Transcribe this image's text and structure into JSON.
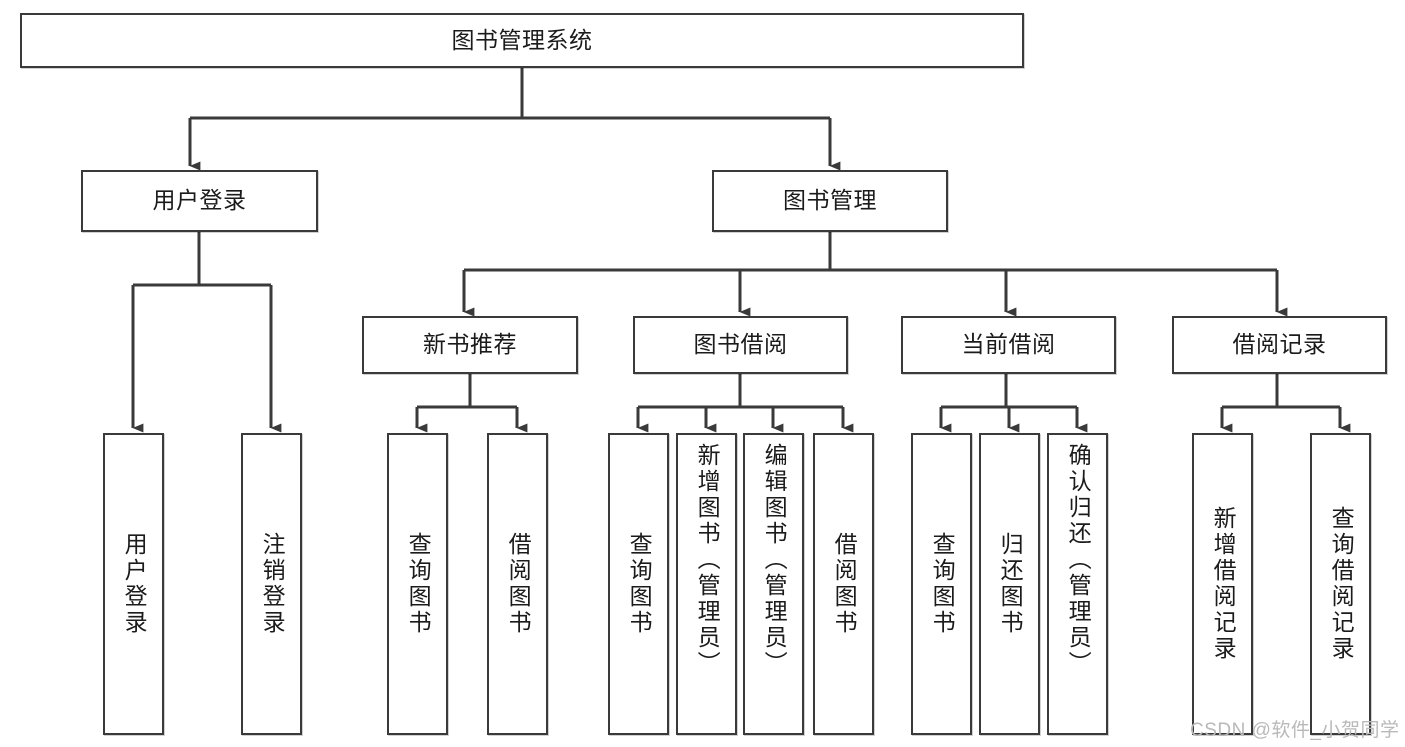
{
  "diagram": {
    "title": "图书管理系统",
    "type": "tree",
    "root": {
      "label": "图书管理系统"
    },
    "level2": [
      {
        "label": "用户登录"
      },
      {
        "label": "图书管理"
      }
    ],
    "level3": [
      {
        "label": "新书推荐"
      },
      {
        "label": "图书借阅"
      },
      {
        "label": "当前借阅"
      },
      {
        "label": "借阅记录"
      }
    ],
    "leaves": {
      "user_login": [
        {
          "label": "用户登录"
        },
        {
          "label": "注销登录"
        }
      ],
      "new_book_recommend": [
        {
          "label": "查询图书"
        },
        {
          "label": "借阅图书"
        }
      ],
      "book_borrow": [
        {
          "label": "查询图书"
        },
        {
          "label": "新增图书（管理员）"
        },
        {
          "label": "编辑图书（管理员）"
        },
        {
          "label": "借阅图书"
        }
      ],
      "current_borrow": [
        {
          "label": "查询图书"
        },
        {
          "label": "归还图书"
        },
        {
          "label": "确认归还（管理员）"
        }
      ],
      "borrow_record": [
        {
          "label": "新增借阅记录"
        },
        {
          "label": "查询借阅记录"
        }
      ]
    }
  },
  "watermark": {
    "text": "CSDN @软件_小贺同学"
  },
  "colors": {
    "border": "#3a3a3a",
    "text": "#1b1b1b",
    "background": "#ffffff",
    "watermark": "#b9b9b9"
  }
}
